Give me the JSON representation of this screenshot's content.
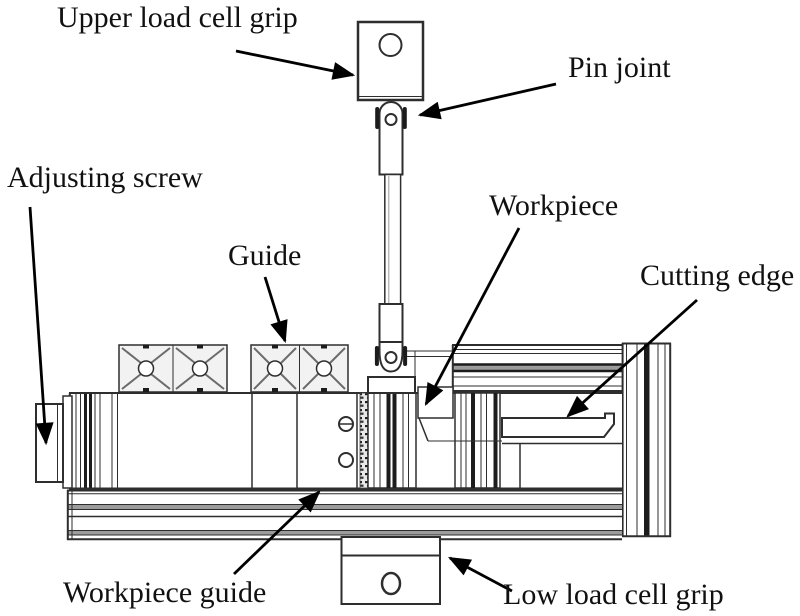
{
  "labels": {
    "upper_load_cell_grip": "Upper load cell grip",
    "pin_joint": "Pin joint",
    "adjusting_screw": "Adjusting screw",
    "guide": "Guide",
    "workpiece": "Workpiece",
    "cutting_edge": "Cutting edge",
    "workpiece_guide": "Workpiece guide",
    "low_load_cell_grip": "Low load cell grip"
  },
  "colors": {
    "background": "#ffffff",
    "line": "#2e2e2e",
    "dark_fill": "#1c1c1c",
    "gray_band": "#9c9c9c",
    "light_fill": "#f2f2f2",
    "text": "#111111",
    "arrow": "#000000"
  }
}
